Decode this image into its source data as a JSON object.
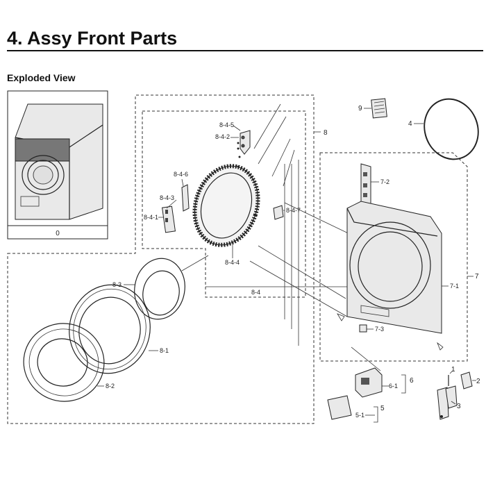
{
  "title": "4.  Assy Front Parts",
  "subtitle": "Exploded View",
  "inset_label": "0",
  "callouts": {
    "c8_4_5": "8-4-5",
    "c8_4_2": "8-4-2",
    "c8_4_6": "8-4-6",
    "c8_4_3": "8-4-3",
    "c8_4_1": "8-4-1",
    "c8_4_7": "8-4-7",
    "c8_4_4": "8-4-4",
    "c8_4": "8-4",
    "c8": "8",
    "c8_3": "8-3",
    "c8_1": "8-1",
    "c8_2": "8-2",
    "c9": "9",
    "c4": "4",
    "c7_2": "7-2",
    "c7_1": "7-1",
    "c7": "7",
    "c7_3": "7-3",
    "c6": "6",
    "c6_1": "6-1",
    "c5": "5",
    "c5_1": "5-1",
    "c1": "1",
    "c2": "2",
    "c3": "3"
  }
}
